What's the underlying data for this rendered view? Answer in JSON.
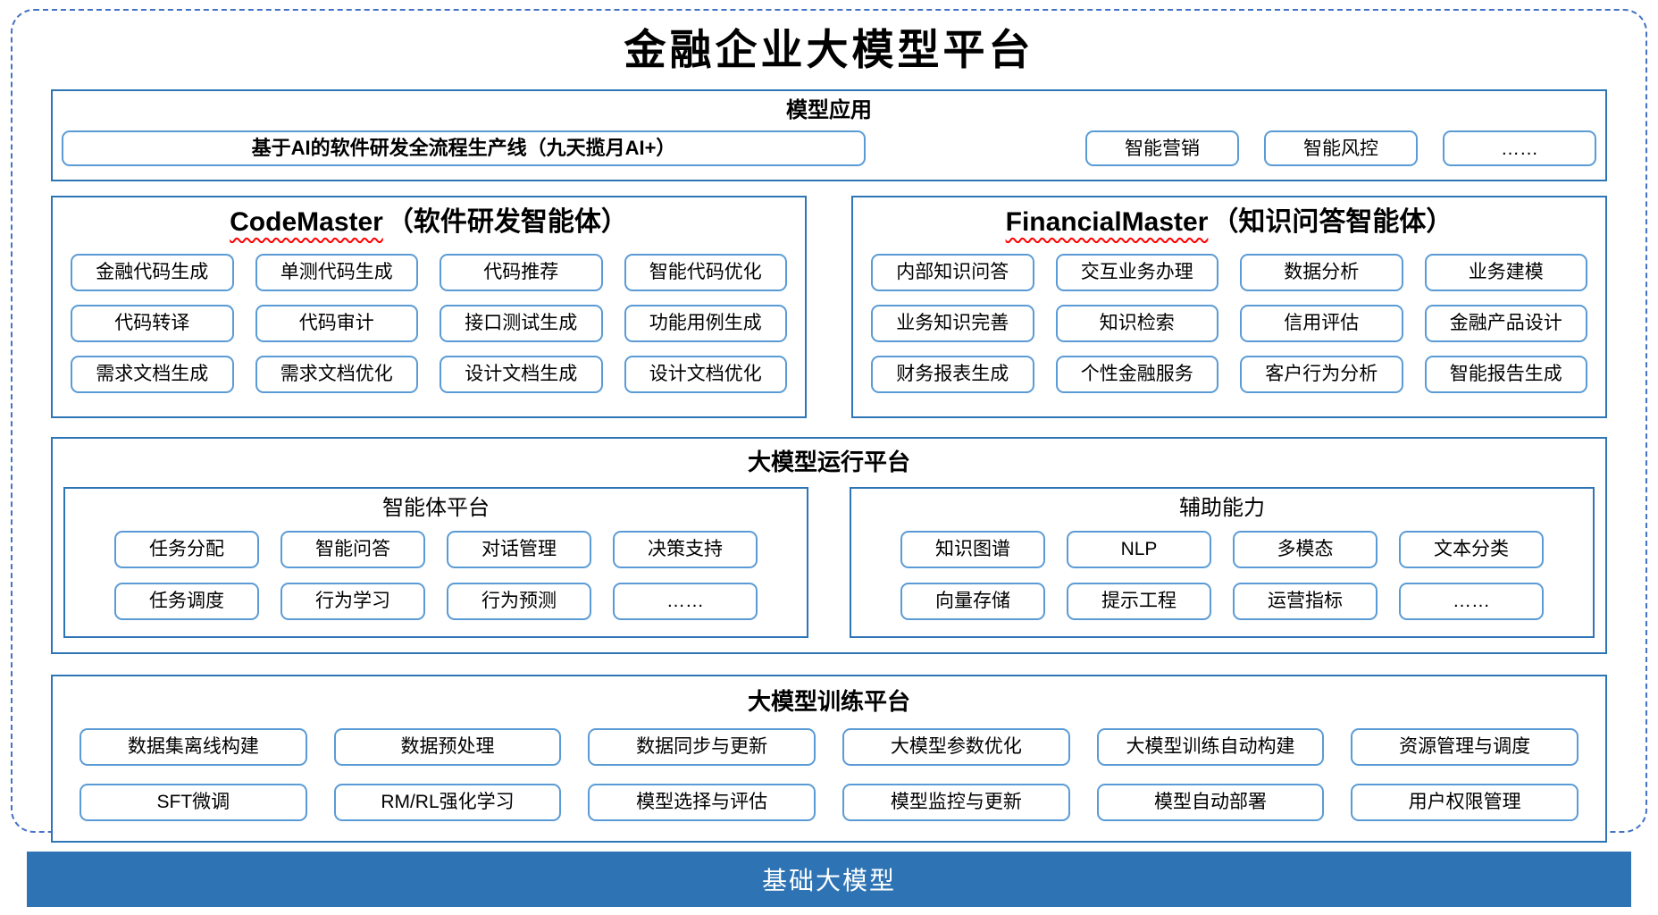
{
  "page_title": "金融企业大模型平台",
  "colors": {
    "section_border": "#2E75B6",
    "item_border": "#5B9BD5",
    "dashed_border": "#4472C4",
    "base_bar": "#2E74B5",
    "underline": "#FF0000"
  },
  "model_applications": {
    "title": "模型应用",
    "pipeline_label": "基于AI的软件研发全流程生产线（九天揽月AI+）",
    "items": [
      "智能营销",
      "智能风控",
      "……"
    ]
  },
  "codemaster": {
    "name": "CodeMaster",
    "subtitle": "（软件研发智能体）",
    "items": [
      "金融代码生成",
      "单测代码生成",
      "代码推荐",
      "智能代码优化",
      "代码转译",
      "代码审计",
      "接口测试生成",
      "功能用例生成",
      "需求文档生成",
      "需求文档优化",
      "设计文档生成",
      "设计文档优化"
    ]
  },
  "financialmaster": {
    "name": "FinancialMaster",
    "subtitle": "（知识问答智能体）",
    "items": [
      "内部知识问答",
      "交互业务办理",
      "数据分析",
      "业务建模",
      "业务知识完善",
      "知识检索",
      "信用评估",
      "金融产品设计",
      "财务报表生成",
      "个性金融服务",
      "客户行为分析",
      "智能报告生成"
    ]
  },
  "runtime_platform": {
    "title": "大模型运行平台",
    "agent_panel": {
      "title": "智能体平台",
      "items": [
        "任务分配",
        "智能问答",
        "对话管理",
        "决策支持",
        "任务调度",
        "行为学习",
        "行为预测",
        "……"
      ]
    },
    "aux_panel": {
      "title": "辅助能力",
      "items": [
        "知识图谱",
        "NLP",
        "多模态",
        "文本分类",
        "向量存储",
        "提示工程",
        "运营指标",
        "……"
      ]
    }
  },
  "training_platform": {
    "title": "大模型训练平台",
    "items": [
      "数据集离线构建",
      "数据预处理",
      "数据同步与更新",
      "大模型参数优化",
      "大模型训练自动构建",
      "资源管理与调度",
      "SFT微调",
      "RM/RL强化学习",
      "模型选择与评估",
      "模型监控与更新",
      "模型自动部署",
      "用户权限管理"
    ]
  },
  "base_model": {
    "title": "基础大模型"
  }
}
